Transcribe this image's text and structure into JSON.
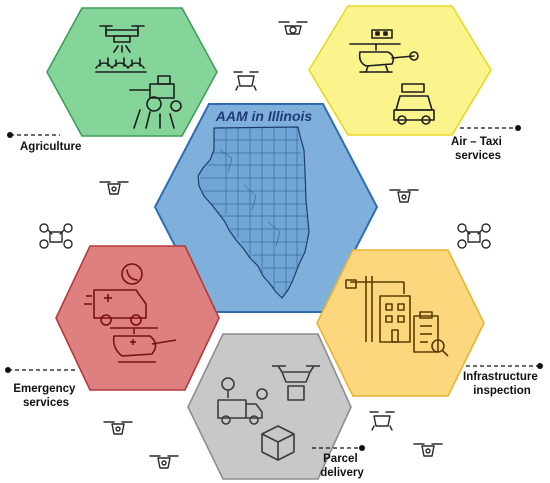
{
  "center": {
    "title": "AAM in Illinois",
    "fill": "#7fb0dc",
    "stroke": "#2f6db0",
    "title_color": "#1f3c78"
  },
  "segments": [
    {
      "id": "agriculture",
      "label": "Agriculture",
      "fill": "#85d49a",
      "stroke": "#3f9e57",
      "icons": [
        "spray-drone-icon",
        "crop-rows-icon",
        "tractor-icon"
      ]
    },
    {
      "id": "air-taxi",
      "label_line1": "Air – Taxi",
      "label_line2": "services",
      "fill": "#fbf48c",
      "stroke": "#e7d826",
      "icons": [
        "taxi-sign-icon",
        "helicopter-icon",
        "taxi-car-icon"
      ]
    },
    {
      "id": "infrastructure",
      "label_line1": "Infrastructure",
      "label_line2": "inspection",
      "fill": "#fcd77e",
      "stroke": "#e8b432",
      "icons": [
        "crane-icon",
        "building-icon",
        "checklist-icon"
      ]
    },
    {
      "id": "parcel",
      "label_line1": "Parcel",
      "label_line2": "delivery",
      "fill": "#c8c8c8",
      "stroke": "#8d8d8d",
      "icons": [
        "delivery-drone-icon",
        "delivery-van-icon",
        "parcel-box-icon"
      ]
    },
    {
      "id": "emergency",
      "label_line1": "Emergency",
      "label_line2": "services",
      "fill": "#de8080",
      "stroke": "#b23a3a",
      "icons": [
        "phone-icon",
        "ambulance-icon",
        "medical-helicopter-icon"
      ]
    }
  ],
  "colors": {
    "icon_stroke": "#1d1d1d",
    "emergency_icon": "#7a1010",
    "infra_icon": "#5a3d00",
    "parcel_icon": "#3b3b3b"
  }
}
